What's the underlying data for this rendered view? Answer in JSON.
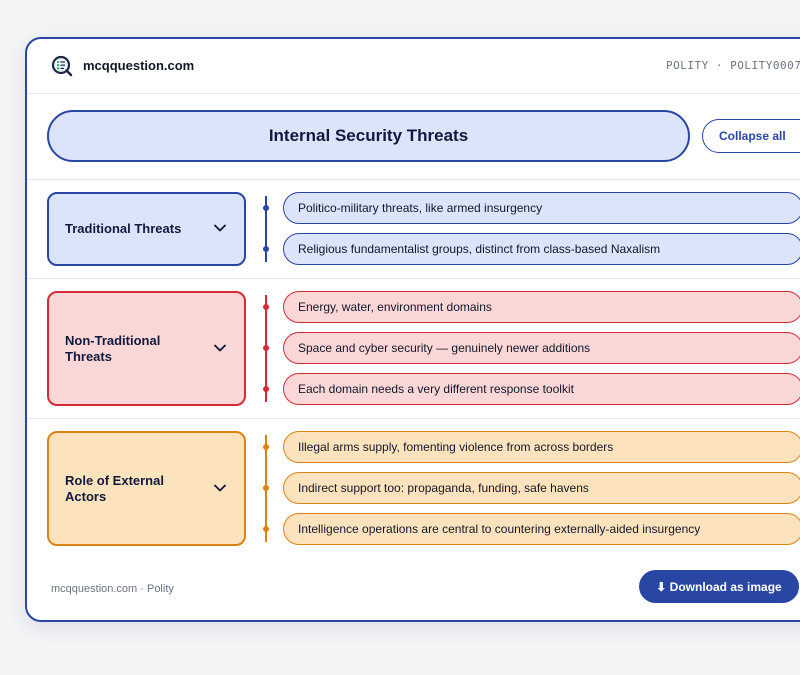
{
  "header": {
    "site_name": "mcqquestion.com",
    "breadcrumb": "POLITY · POLITY0007"
  },
  "title": "Internal Security Threats",
  "collapse_label": "Collapse all",
  "sections": [
    {
      "title": "Traditional Threats",
      "items": [
        "Politico-military threats, like armed insurgency",
        "Religious fundamentalist groups, distinct from class-based Naxalism"
      ]
    },
    {
      "title": "Non-Traditional Threats",
      "items": [
        "Energy, water, environment domains",
        "Space and cyber security — genuinely newer additions",
        "Each domain needs a very different response toolkit"
      ]
    },
    {
      "title": "Role of External Actors",
      "items": [
        "Illegal arms supply, fomenting violence from across borders",
        "Indirect support too: propaganda, funding, safe havens",
        "Intelligence operations are central to countering externally-aided insurgency"
      ]
    }
  ],
  "footer": {
    "text": "mcqquestion.com · Polity",
    "download_label": "⬇ Download as image"
  },
  "colors": {
    "accent": "#2a46a3",
    "traditional": "#2a46a3",
    "non_traditional": "#d62b35",
    "external": "#d98316"
  }
}
